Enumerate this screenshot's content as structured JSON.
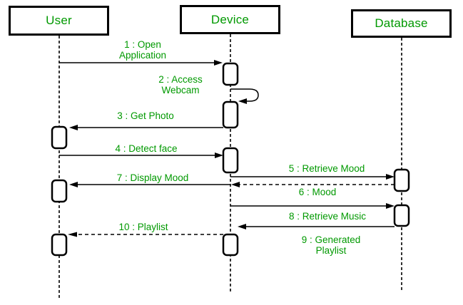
{
  "diagram": {
    "type": "uml-sequence-diagram",
    "colors": {
      "text_green": "#009900",
      "line_black": "#000000",
      "background": "#ffffff"
    },
    "actors": [
      {
        "id": "user",
        "label": "User"
      },
      {
        "id": "device",
        "label": "Device"
      },
      {
        "id": "database",
        "label": "Database"
      }
    ],
    "messages": [
      {
        "num": 1,
        "label": "1 : Open Application",
        "lines": [
          "1 : Open",
          "Application"
        ],
        "from": "User",
        "to": "Device",
        "style": "solid"
      },
      {
        "num": 2,
        "label": "2 : Access Webcam",
        "lines": [
          "2 : Access",
          "Webcam"
        ],
        "from": "Device",
        "to": "Device",
        "style": "self"
      },
      {
        "num": 3,
        "label": "3 : Get Photo",
        "lines": [
          "3 : Get Photo"
        ],
        "from": "Device",
        "to": "User",
        "style": "solid"
      },
      {
        "num": 4,
        "label": "4 : Detect face",
        "lines": [
          "4 : Detect face"
        ],
        "from": "User",
        "to": "Device",
        "style": "solid"
      },
      {
        "num": 5,
        "label": "5 : Retrieve Mood",
        "lines": [
          "5 : Retrieve Mood"
        ],
        "from": "Device",
        "to": "Database",
        "style": "solid"
      },
      {
        "num": 6,
        "label": "6 : Mood",
        "lines": [
          "6 : Mood"
        ],
        "from": "Database",
        "to": "Device",
        "style": "dashed"
      },
      {
        "num": 7,
        "label": "7 : Display Mood",
        "lines": [
          "7 : Display Mood"
        ],
        "from": "Device",
        "to": "User",
        "style": "solid"
      },
      {
        "num": 8,
        "label": "8 : Retrieve Music",
        "lines": [
          "8 : Retrieve Music"
        ],
        "from": "Device",
        "to": "Database",
        "style": "solid"
      },
      {
        "num": 9,
        "label": "9 : Generated Playlist",
        "lines": [
          "9 : Generated",
          "Playlist"
        ],
        "from": "Database",
        "to": "Device",
        "style": "solid"
      },
      {
        "num": 10,
        "label": "10 : Playlist",
        "lines": [
          "10 : Playlist"
        ],
        "from": "Device",
        "to": "User",
        "style": "dashed"
      }
    ]
  }
}
